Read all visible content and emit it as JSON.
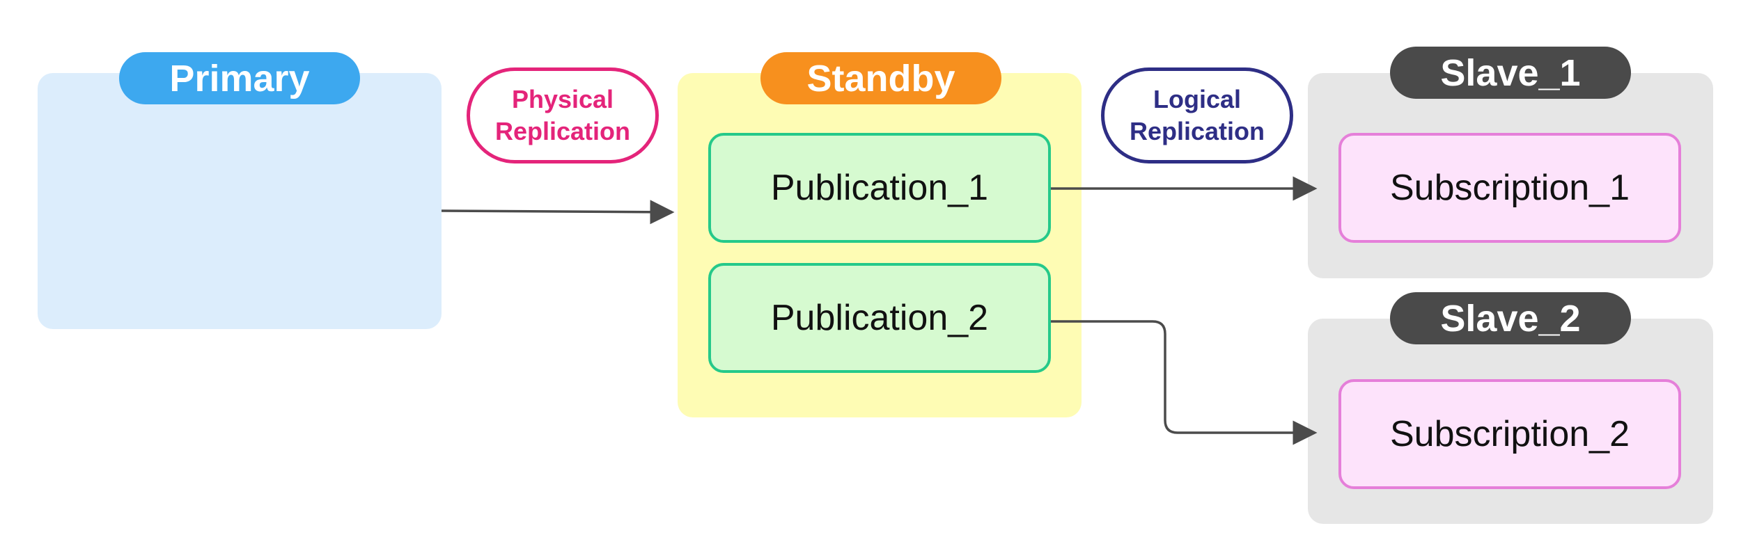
{
  "colors": {
    "primary_fill": "#dcedfc",
    "primary_tag": "#3da8ef",
    "standby_fill": "#fefcb4",
    "standby_tag": "#f7901e",
    "slave_fill": "#e6e6e6",
    "slave_tag": "#4a4a4a",
    "publication_fill": "#d6fad0",
    "publication_border": "#25c98a",
    "subscription_fill": "#fde3fb",
    "subscription_border": "#e57fd9",
    "physical_color": "#e4247a",
    "logical_color": "#2e2e85",
    "arrow": "#4b4b4b"
  },
  "nodes": {
    "primary": {
      "label": "Primary"
    },
    "standby": {
      "label": "Standby"
    },
    "slave_1": {
      "label": "Slave_1"
    },
    "slave_2": {
      "label": "Slave_2"
    },
    "publication_1": {
      "label": "Publication_1"
    },
    "publication_2": {
      "label": "Publication_2"
    },
    "subscription_1": {
      "label": "Subscription_1"
    },
    "subscription_2": {
      "label": "Subscription_2"
    }
  },
  "edge_labels": {
    "physical": {
      "line1": "Physical",
      "line2": "Replication"
    },
    "logical": {
      "line1": "Logical",
      "line2": "Replication"
    }
  },
  "edges": [
    {
      "from": "primary",
      "to": "standby",
      "kind": "physical"
    },
    {
      "from": "publication_1",
      "to": "subscription_1",
      "kind": "logical"
    },
    {
      "from": "publication_2",
      "to": "subscription_2",
      "kind": "logical"
    }
  ]
}
